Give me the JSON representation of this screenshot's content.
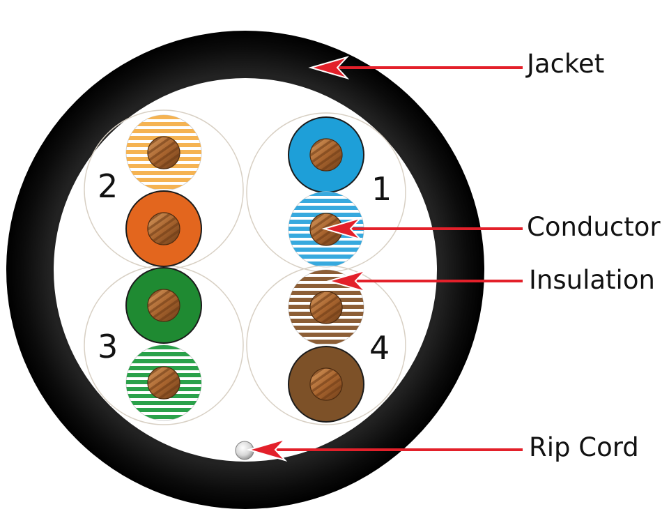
{
  "callouts": {
    "jacket": "Jacket",
    "conductor": "Conductor",
    "insulation": "Insulation",
    "rip_cord": "Rip Cord"
  },
  "pairs": [
    {
      "number": "1",
      "solid_color": "#1e9fd8",
      "stripe_color": "#37a9de"
    },
    {
      "number": "2",
      "solid_color": "#e3661e",
      "stripe_color": "#f5b352"
    },
    {
      "number": "3",
      "solid_color": "#1f8a32",
      "stripe_color": "#2aa14a"
    },
    {
      "number": "4",
      "solid_color": "#7d5128",
      "stripe_color": "#8c5e36"
    }
  ],
  "colors": {
    "jacket": "#0b0b0b",
    "copper": "#b8773f",
    "arrow": "#e3202a",
    "pair_outline": "#d8d0c4"
  }
}
